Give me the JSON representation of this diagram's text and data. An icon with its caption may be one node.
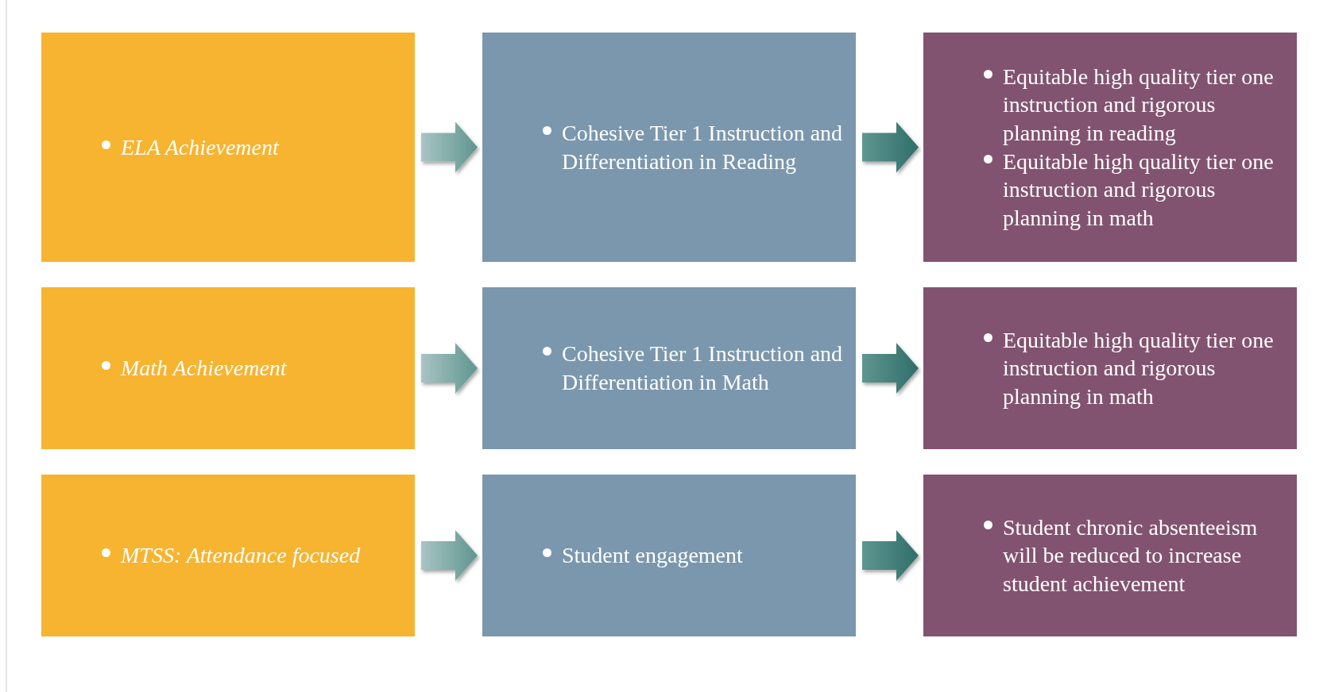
{
  "diagram": {
    "nodes": [
      {
        "text": [
          "ELA Achievement"
        ]
      },
      {
        "text": [
          "Cohesive Tier 1 Instruction and Differentiation in Reading"
        ]
      },
      {
        "text": [
          "Equitable high quality tier one instruction and rigorous planning in reading",
          "Equitable high quality tier one instruction and rigorous planning in math"
        ]
      },
      {
        "text": [
          "Math Achievement"
        ]
      },
      {
        "text": [
          "Cohesive Tier 1 Instruction and Differentiation in Math"
        ]
      },
      {
        "text": [
          "Equitable high quality tier one instruction and rigorous planning in math"
        ]
      },
      {
        "text": [
          "MTSS: Attendance focused"
        ]
      },
      {
        "text": [
          "Student engagement"
        ]
      },
      {
        "text": [
          "Student chronic absenteeism will be reduced to increase student achievement"
        ]
      }
    ],
    "edges": [
      {
        "from": 0,
        "to": 1,
        "arrow": "to"
      },
      {
        "from": 1,
        "to": 2,
        "arrow": "to"
      },
      {
        "from": 3,
        "to": 4,
        "arrow": "to"
      },
      {
        "from": 4,
        "to": 5,
        "arrow": "to"
      },
      {
        "from": 6,
        "to": 7,
        "arrow": "to"
      },
      {
        "from": 7,
        "to": 8,
        "arrow": "to"
      }
    ]
  }
}
